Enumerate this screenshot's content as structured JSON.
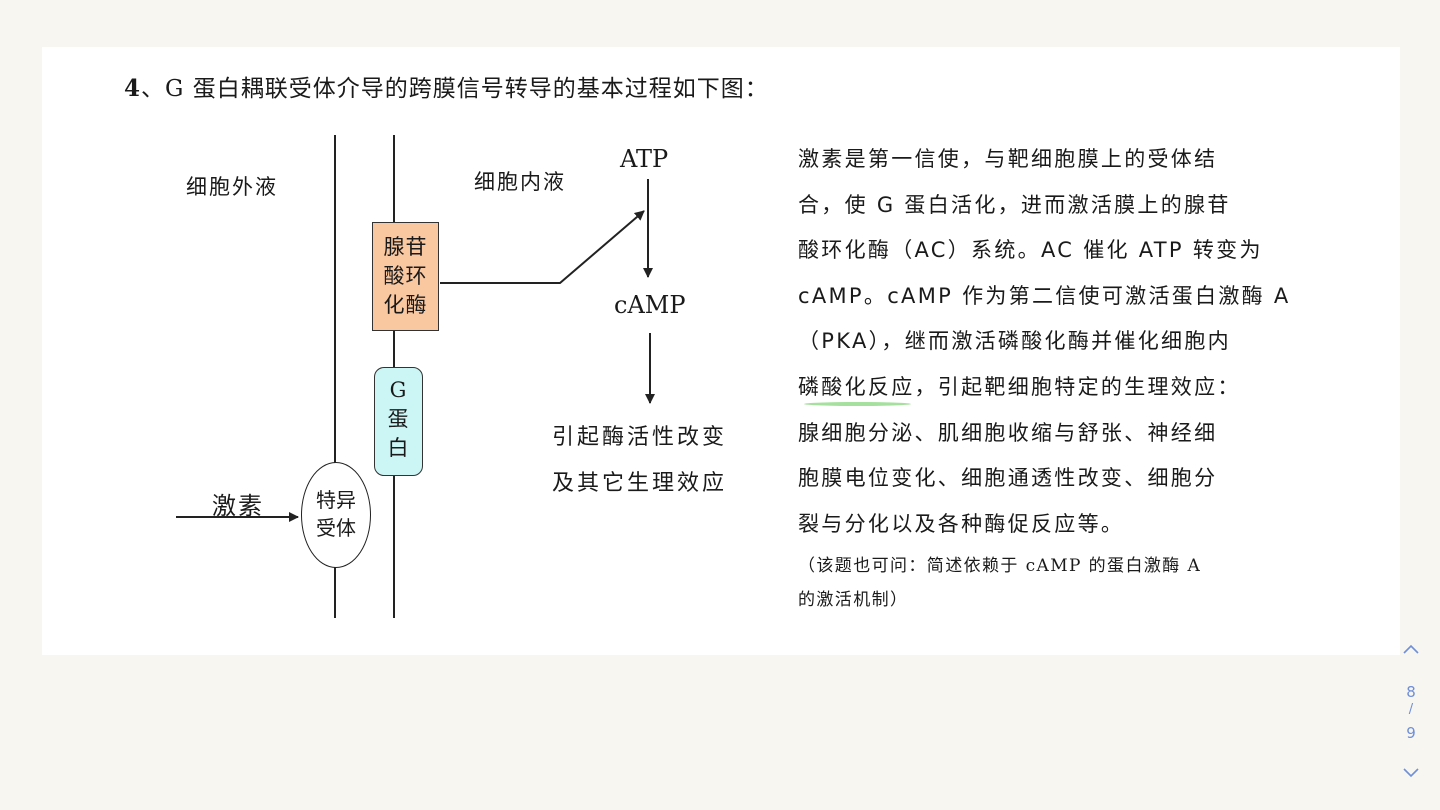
{
  "heading": {
    "number": "4",
    "text": "、G 蛋白耦联受体介导的跨膜信号转导的基本过程如下图："
  },
  "diagram": {
    "extracellular_label": "细胞外液",
    "intracellular_label": "细胞内液",
    "adenylate_cyclase": [
      "腺苷",
      "酸环",
      "化酶"
    ],
    "g_protein": [
      "G",
      "蛋",
      "白"
    ],
    "receptor": [
      "特异",
      "受体"
    ],
    "hormone_label": "激素",
    "atp_label": "ATP",
    "camp_label": "cAMP",
    "effect_lines": [
      "引起酶活性改变",
      "及其它生理效应"
    ]
  },
  "description": {
    "lines": [
      "激素是第一信使，与靶细胞膜上的受体结",
      "合，使 G 蛋白活化，进而激活膜上的腺苷",
      "酸环化酶（AC）系统。AC 催化 ATP 转变为",
      "cAMP。cAMP 作为第二信使可激活蛋白激酶 A",
      "（PKA），继而激活磷酸化酶并催化细胞内"
    ],
    "highlight_line": {
      "highlighted": "磷酸化反应",
      "rest": "，引起靶细胞特定的生理效应："
    },
    "lines_after": [
      "腺细胞分泌、肌细胞收缩与舒张、神经细",
      "胞膜电位变化、细胞通透性改变、细胞分",
      "裂与分化以及各种酶促反应等。"
    ],
    "highlight_color": "#a6e09e"
  },
  "note": {
    "lines": [
      "（该题也可问：简述依赖于 cAMP 的蛋白激酶 A",
      "的激活机制）"
    ]
  },
  "pagination": {
    "current": "8",
    "separator": "/",
    "total": "9",
    "up_icon": "chevron-up-icon",
    "down_icon": "chevron-down-icon",
    "accent_color": "#6f8fd8"
  },
  "colors": {
    "adenylate_cyclase_box": "#f9c8a0",
    "g_protein_box": "#ccf6f6"
  }
}
